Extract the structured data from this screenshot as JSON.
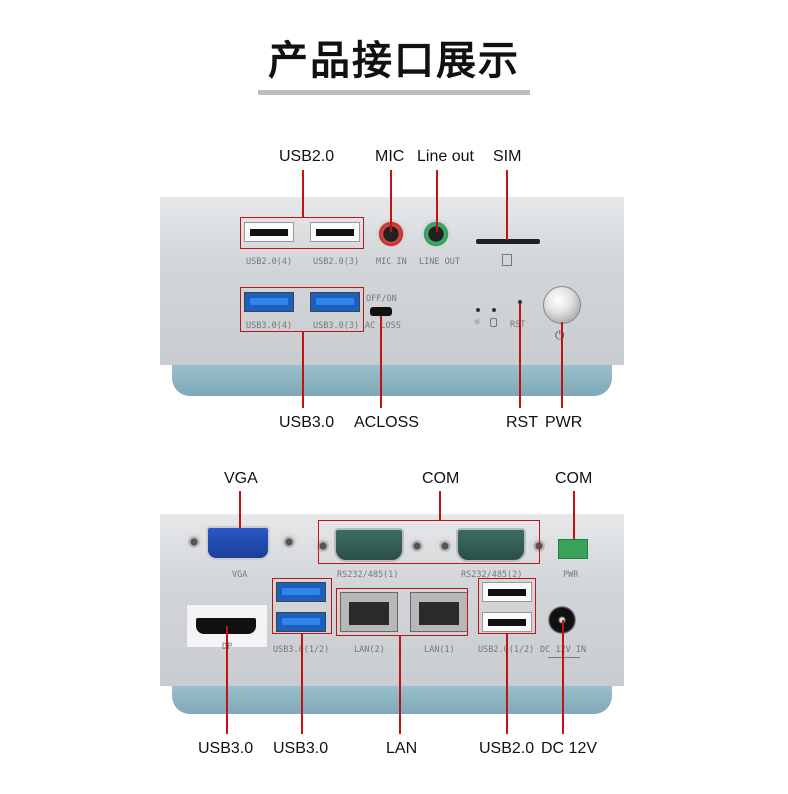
{
  "title": "产品接口展示",
  "front_labels": {
    "usb20": "USB2.0",
    "mic": "MIC",
    "line_out": "Line out",
    "sim": "SIM",
    "usb30": "USB3.0",
    "acloss": "ACLOSS",
    "rst": "RST",
    "pwr": "PWR"
  },
  "front_silk": {
    "usb20_4": "USB2.0(4)",
    "usb20_3": "USB2.0(3)",
    "mic_in": "MIC IN",
    "line_out": "LINE OUT",
    "usb30_4": "USB3.0(4)",
    "usb30_3": "USB3.0(3)",
    "off_on": "OFF/ON",
    "ac_loss": "AC LOSS",
    "rst": "RST"
  },
  "rear_labels": {
    "vga": "VGA",
    "com_center": "COM",
    "com_right": "COM",
    "usb30_dp": "USB3.0",
    "usb30": "USB3.0",
    "lan": "LAN",
    "usb20": "USB2.0",
    "dc": "DC 12V"
  },
  "rear_silk": {
    "vga": "VGA",
    "com1": "RS232/485(1)",
    "com2": "RS232/485(2)",
    "pwr": "PWR",
    "dp": "DP",
    "usb30": "USB3.0(1/2)",
    "lan2": "LAN(2)",
    "lan1": "LAN(1)",
    "usb20": "USB2.0(1/2)",
    "dc_in": "DC 12V IN"
  }
}
